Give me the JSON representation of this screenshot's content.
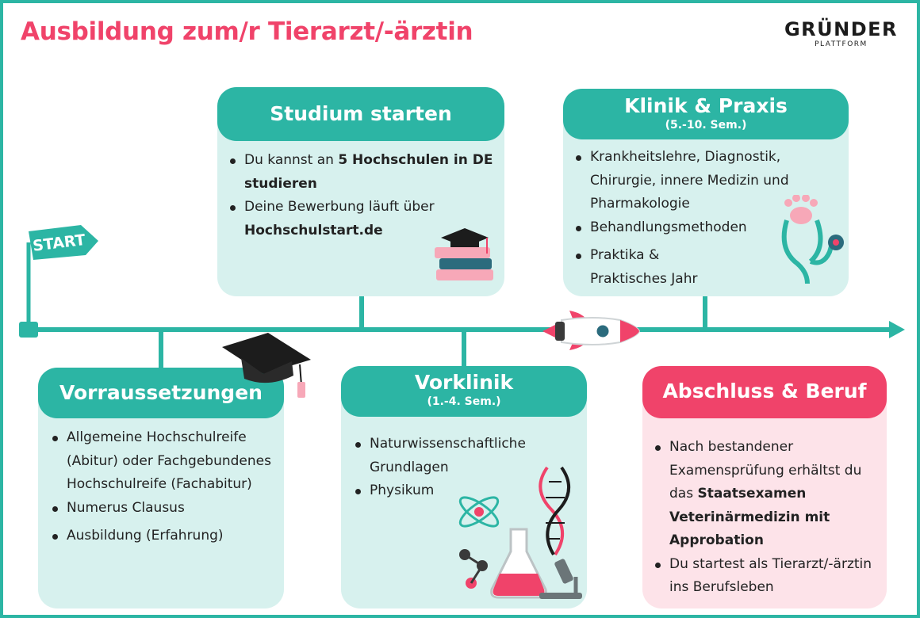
{
  "header": {
    "title": "Ausbildung zum/r Tierarzt/-ärztin",
    "logo_main": "GRÜNDER",
    "logo_sub": "PLATTFORM"
  },
  "timeline": {
    "start_label": "START"
  },
  "colors": {
    "teal": "#2cb5a4",
    "teal_light": "#d7f1ee",
    "pink": "#f0436a",
    "pink_light": "#fde3e9",
    "dark": "#222222"
  },
  "cards": {
    "studium": {
      "title": "Studium starten",
      "b1_pre": "Du kannst an ",
      "b1_bold": "5 Hochschulen in DE studieren",
      "b2_pre": "Deine Bewerbung läuft über ",
      "b2_bold": "Hochschulstart.de"
    },
    "klinik": {
      "title": "Klinik & Praxis",
      "subtitle": "(5.-10. Sem.)",
      "items": [
        "Krankheitslehre, Diagnostik, Chirurgie, innere Medizin und Pharmakologie",
        "Behandlungsmethoden",
        "Praktika & Praktisches Jahr"
      ]
    },
    "vorraussetzungen": {
      "title": "Vorraussetzungen",
      "items": [
        "Allgemeine Hochschulreife (Abitur) oder Fachgebundenes Hochschulreife (Fachabitur)",
        "Numerus Clausus",
        "Ausbildung (Erfahrung)"
      ]
    },
    "vorklinik": {
      "title": "Vorklinik",
      "subtitle": "(1.-4. Sem.)",
      "items": [
        "Naturwissenschaftliche Grundlagen",
        "Physikum"
      ]
    },
    "abschluss": {
      "title": "Abschluss & Beruf",
      "b1_pre": "Nach bestandener Examensprüfung erhältst du das ",
      "b1_bold": "Staatsexamen Veterinärmedizin mit Approbation",
      "b2": "Du startest als Tierarzt/-ärztin ins Berufsleben"
    }
  },
  "icons": [
    "flag-icon",
    "graduation-cap-icon",
    "books-with-cap-icon",
    "paw-stethoscope-icon",
    "rocket-icon",
    "science-lab-icon"
  ]
}
